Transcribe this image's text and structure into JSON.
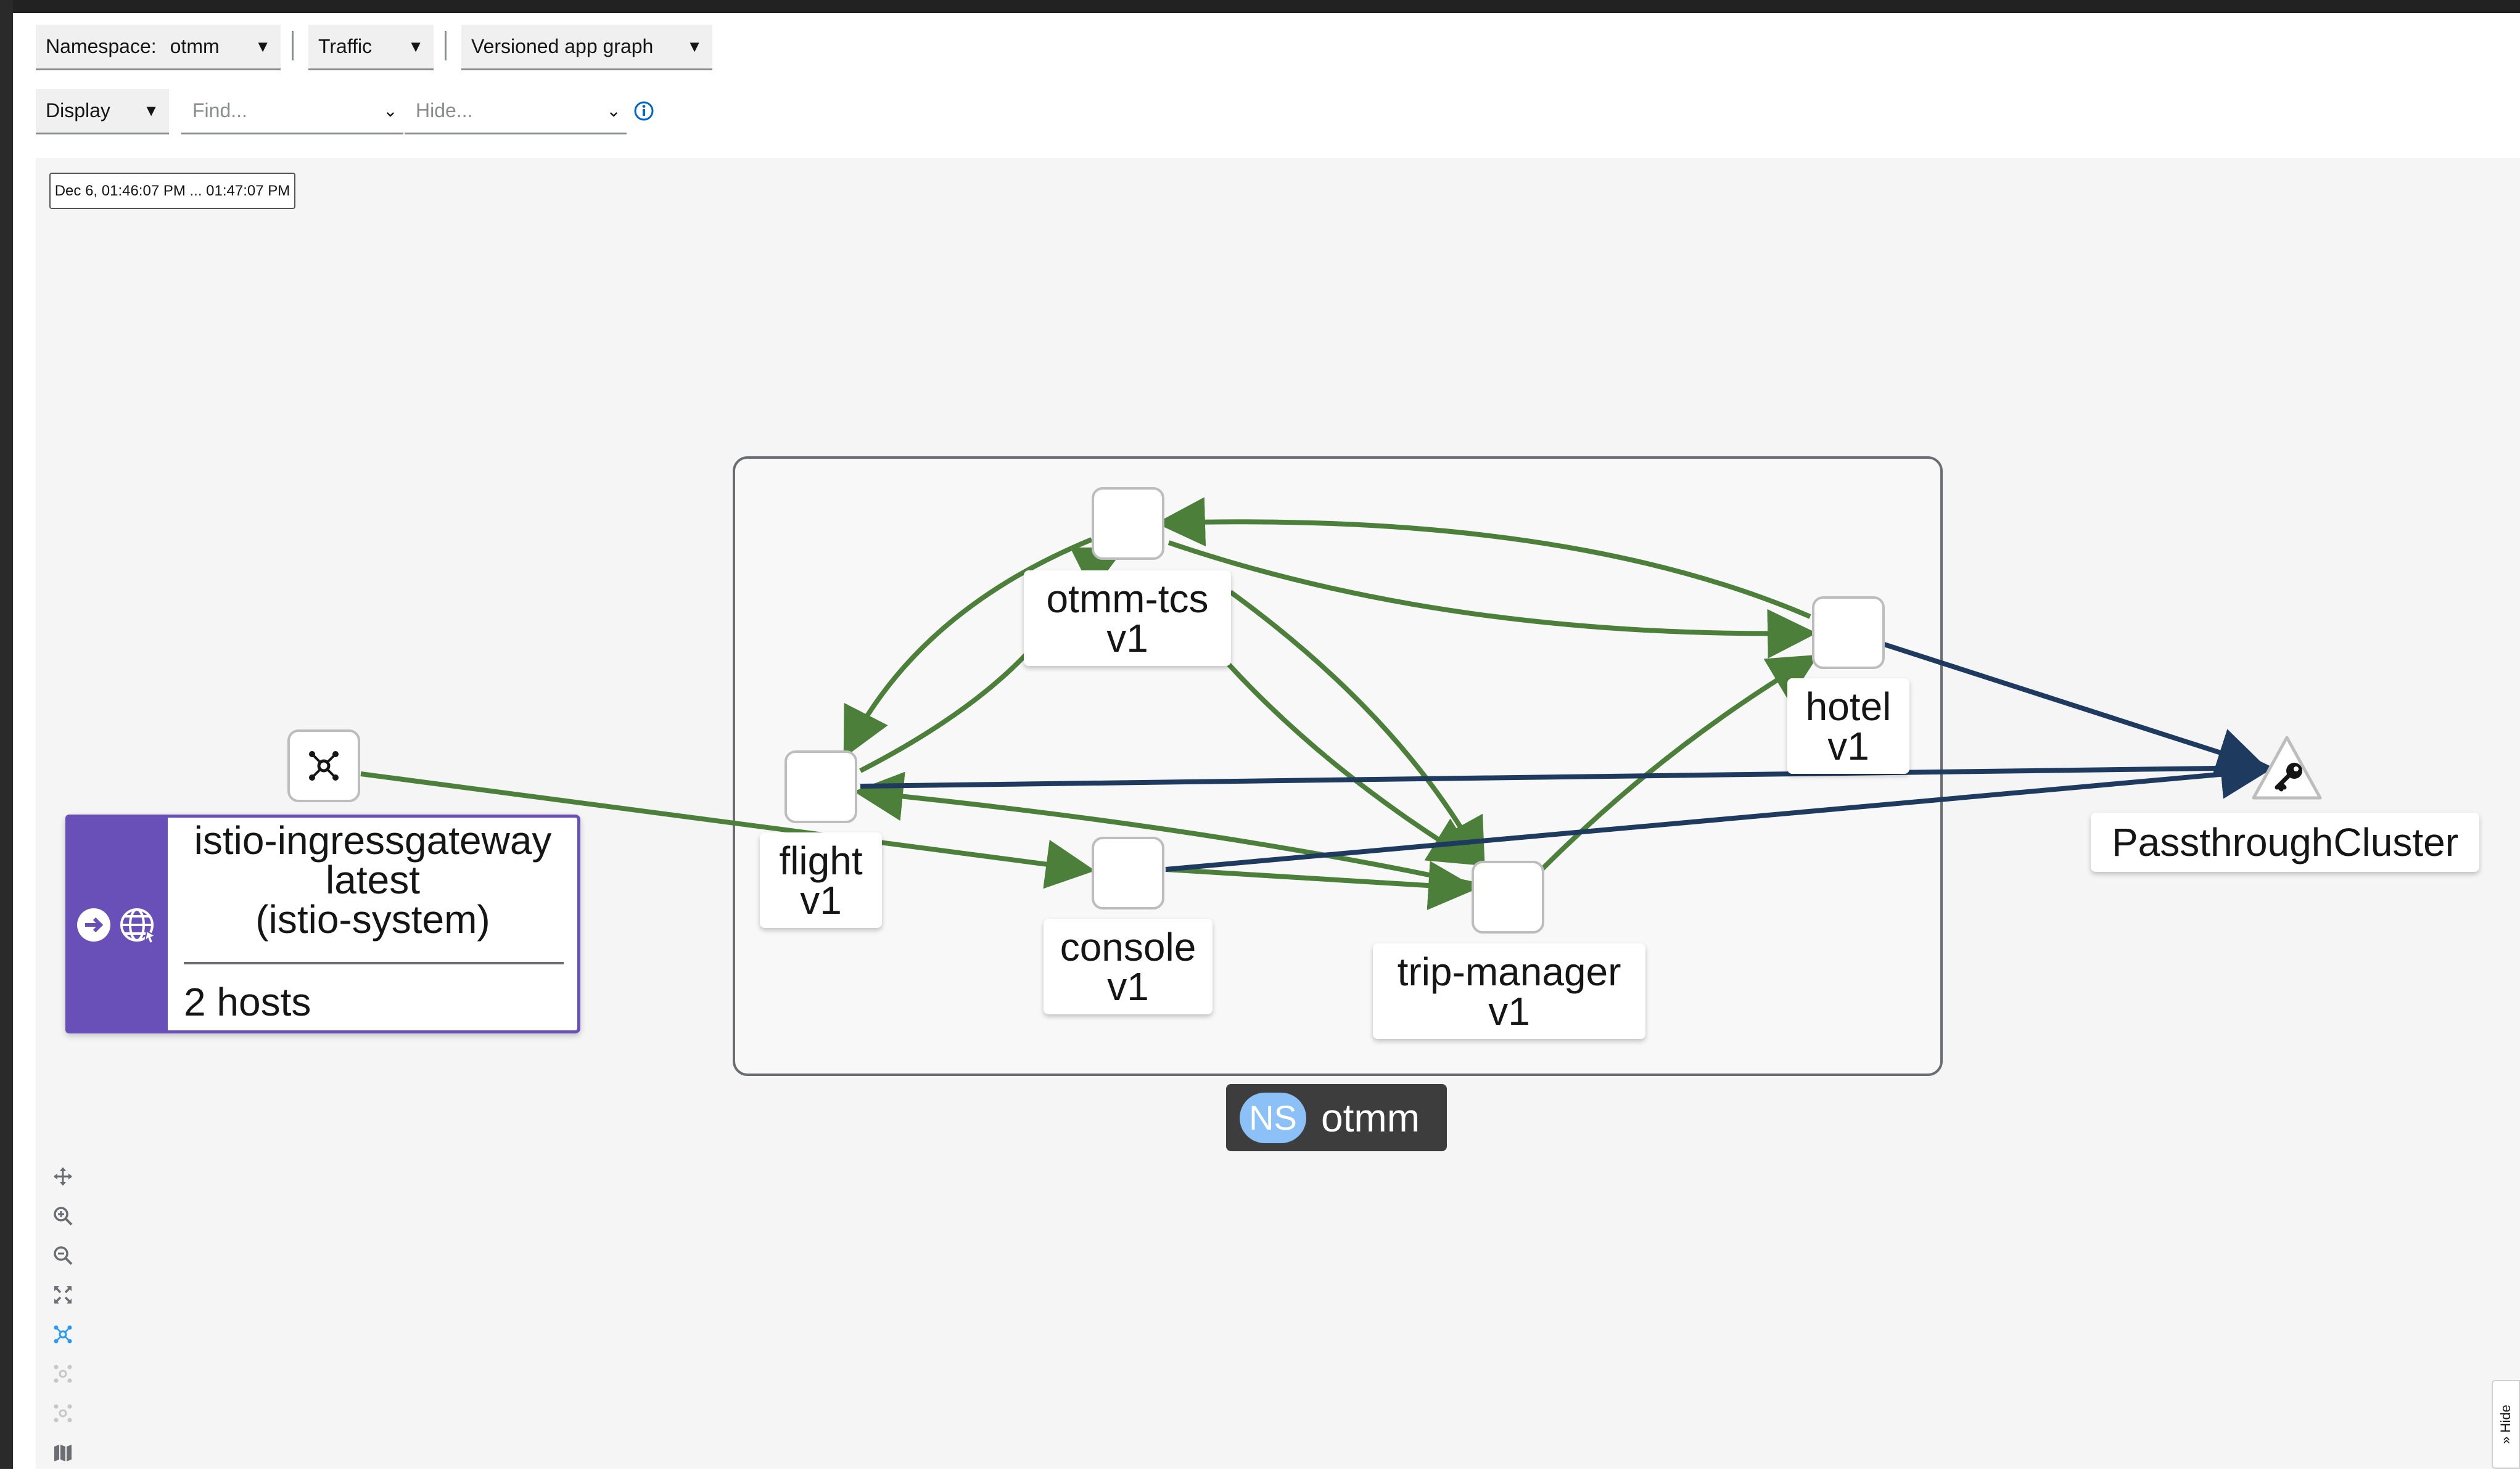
{
  "toolbar": {
    "namespace_label": "Namespace:",
    "namespace_value": "otmm",
    "traffic_label": "Traffic",
    "graph_type_label": "Versioned app graph",
    "display_label": "Display",
    "find_placeholder": "Find...",
    "hide_placeholder": "Hide..."
  },
  "graph": {
    "timestamp": "Dec 6, 01:46:07 PM ... 01:47:07 PM",
    "namespace_box": {
      "badge": "NS",
      "name": "otmm"
    },
    "nodes": {
      "otmm_tcs": {
        "name": "otmm-tcs",
        "version": "v1"
      },
      "hotel": {
        "name": "hotel",
        "version": "v1"
      },
      "flight": {
        "name": "flight",
        "version": "v1"
      },
      "console": {
        "name": "console",
        "version": "v1"
      },
      "trip_manager": {
        "name": "trip-manager",
        "version": "v1"
      },
      "passthrough": {
        "name": "PassthroughCluster"
      },
      "ingress": {
        "name": "istio-ingressgateway",
        "version": "latest",
        "namespace": "(istio-system)",
        "hosts": "2 hosts"
      }
    },
    "colors": {
      "edge_ok": "#4b7f3a",
      "edge_tcp": "#1e3a5f",
      "ingress": "#6950b8",
      "ns_circle": "#8bc1f7"
    }
  },
  "hide_tab": "Hide"
}
